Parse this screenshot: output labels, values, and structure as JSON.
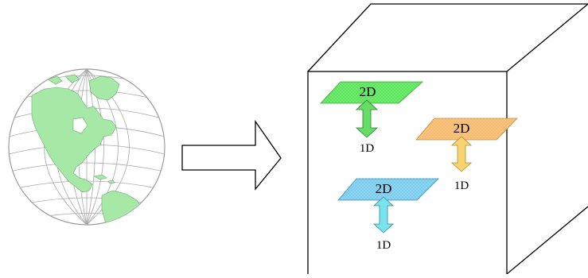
{
  "labels": {
    "plane_green": "2D",
    "arrow_green": "1D",
    "plane_orange": "2D",
    "arrow_orange": "1D",
    "plane_blue": "2D",
    "arrow_blue": "1D"
  },
  "colors": {
    "ocean": "#ffffff",
    "land": "#a6e8a6",
    "grid_line": "#9a9a9a",
    "outline": "#000000",
    "green_fill": "#59e259",
    "green_arrow": "#66dd66",
    "orange_fill": "#f6b86a",
    "orange_arrow": "#f8d470",
    "blue_fill": "#74c9ec",
    "blue_arrow": "#7ae4ee"
  },
  "icons": {
    "globe": "globe-icon",
    "transform_arrow": "right-arrow-icon"
  }
}
